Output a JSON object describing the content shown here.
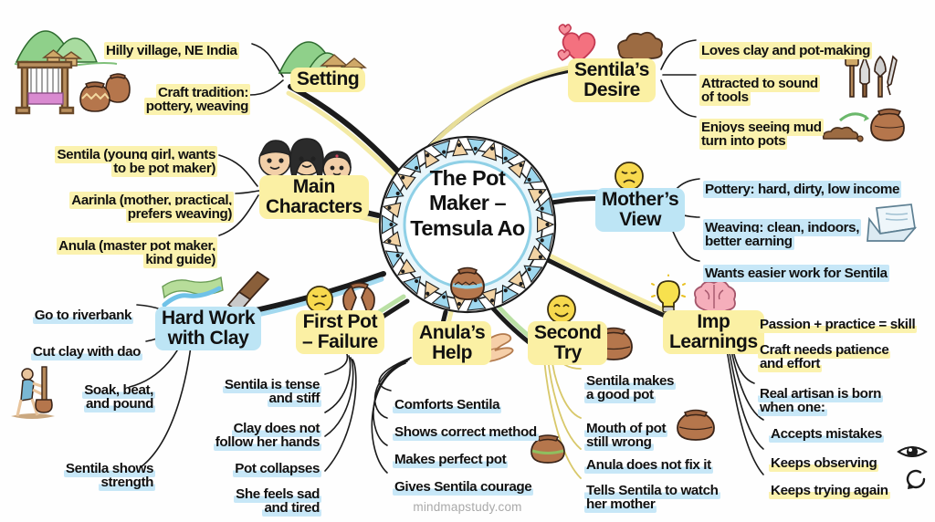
{
  "center": {
    "title": "The Pot\nMaker –\nTemsula Ao",
    "icon": "decorated-pot-icon"
  },
  "watermark": "mindmapstudy.com",
  "colors": {
    "highlight_yellow": "#fbf2ae",
    "highlight_blue": "#c7e7f7",
    "hub_yellow": "#fbf0a4",
    "hub_blue": "#bde5f5",
    "text": "#111111",
    "watermark": "#a9a9a9",
    "branch_line": "#1b1b1b"
  },
  "branches": [
    {
      "id": "setting",
      "label": "Setting",
      "hub_color": "yellow",
      "leaf_color": "yellow",
      "icons": [
        "hills-icon",
        "huts-icon",
        "loom-icon",
        "pots-icon"
      ],
      "leaves": [
        "Hilly village, NE India",
        "Craft tradition:\npottery, weaving"
      ]
    },
    {
      "id": "main-characters",
      "label": "Main\nCharacters",
      "hub_color": "yellow",
      "leaf_color": "yellow",
      "icons": [
        "three-faces-icon"
      ],
      "leaves": [
        "Sentila (young girl, wants\nto be pot maker)",
        "Aarinla (mother, practical,\nprefers weaving)",
        "Anula (master pot maker,\nkind guide)"
      ]
    },
    {
      "id": "sentilas-desire",
      "label": "Sentila’s\nDesire",
      "hub_color": "yellow",
      "leaf_color": "yellow",
      "icons": [
        "hearts-icon",
        "clay-lump-icon",
        "tools-icon",
        "mud-to-pot-icon"
      ],
      "leaves": [
        "Loves clay and pot-making",
        "Attracted to sound\nof tools",
        "Enjoys seeing mud\nturn into pots"
      ]
    },
    {
      "id": "mothers-view",
      "label": "Mother’s\nView",
      "hub_color": "blue",
      "leaf_color": "blue",
      "icons": [
        "sad-face-icon",
        "folded-cloth-icon"
      ],
      "leaves": [
        "Pottery: hard, dirty, low income",
        "Weaving: clean, indoors,\nbetter earning",
        "Wants easier work for Sentila"
      ]
    },
    {
      "id": "imp-learnings",
      "label": "Imp\nLearnings",
      "hub_color": "yellow",
      "leaf_color": "mixed",
      "icons": [
        "lightbulb-icon",
        "brain-icon",
        "eye-icon",
        "refresh-icon"
      ],
      "leaves": [
        "Passion + practice = skill",
        "Craft needs patience\nand effort",
        "Real artisan is born\nwhen one:",
        "Accepts mistakes",
        "Keeps observing",
        "Keeps trying again"
      ]
    },
    {
      "id": "second-try",
      "label": "Second\nTry",
      "hub_color": "yellow",
      "leaf_color": "blue",
      "icons": [
        "smiling-face-icon",
        "pot-icon",
        "small-pot-icon"
      ],
      "leaves": [
        "Sentila makes\na good pot",
        "Mouth of pot\nstill wrong",
        "Anula does not fix it",
        "Tells Sentila to watch\nher mother"
      ]
    },
    {
      "id": "anulas-help",
      "label": "Anula’s\nHelp",
      "hub_color": "yellow",
      "leaf_color": "blue",
      "icons": [
        "open-hand-icon",
        "perfect-pot-icon"
      ],
      "leaves": [
        "Comforts Sentila",
        "Shows correct method",
        "Makes perfect pot",
        "Gives Sentila courage"
      ]
    },
    {
      "id": "first-pot-failure",
      "label": "First Pot\n– Failure",
      "hub_color": "yellow",
      "leaf_color": "blue",
      "icons": [
        "sad-face-icon",
        "broken-pot-icon"
      ],
      "leaves": [
        "Sentila is tense\nand stiff",
        "Clay does not\nfollow her hands",
        "Pot collapses",
        "She feels sad\nand tired"
      ]
    },
    {
      "id": "hard-work-with-clay",
      "label": "Hard Work\nwith Clay",
      "hub_color": "blue",
      "leaf_color": "blue",
      "icons": [
        "river-icon",
        "dao-knife-icon",
        "pounding-person-icon"
      ],
      "leaves": [
        "Go to riverbank",
        "Cut clay with dao",
        "Soak, beat,\nand pound",
        "Sentila shows\nstrength"
      ]
    }
  ]
}
